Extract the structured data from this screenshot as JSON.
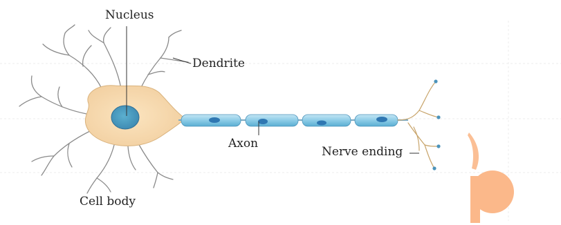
{
  "labels": {
    "nucleus": "Nucleus",
    "dendrite": "Dendrite",
    "axon": "Axon",
    "nerve_ending": "Nerve ending",
    "cell_body": "Cell body"
  },
  "colors": {
    "cell_body": "#f7ddb2",
    "nucleus": "#4c9ec2",
    "myelin": "#9fd2ea",
    "myelin_nucleus": "#2f77b2",
    "decor_orange": "#fbb88a"
  }
}
